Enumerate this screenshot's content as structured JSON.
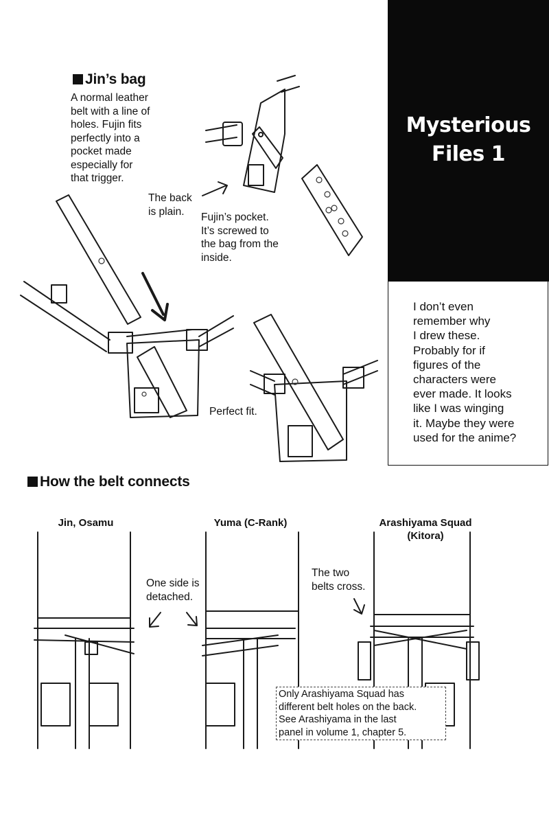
{
  "title_panel": {
    "title": "Mysterious\nFiles 1"
  },
  "side_note": "I don’t even\nremember why\nI drew these.\nProbably for if\nfigures of the\ncharacters were\never made. It looks\nlike I was winging\nit. Maybe they were\nused for the anime?",
  "jins_bag": {
    "heading": "Jin’s bag",
    "description": "A normal leather\nbelt with a line of\nholes. Fujin fits\nperfectly into a\npocket made\nespecially for\nthat trigger.",
    "back_note": "The back\nis plain.",
    "pocket_note": "Fujin’s pocket.\nIt’s screwed to\nthe bag from the\ninside.",
    "fit_note": "Perfect fit."
  },
  "belt_section": {
    "heading": "How the belt connects",
    "figures": [
      {
        "name": "Jin, Osamu"
      },
      {
        "name": "Yuma (C-Rank)"
      },
      {
        "name": "Arashiyama Squad\n(Kitora)"
      }
    ],
    "detached_note": "One side is\ndetached.",
    "cross_note": "The two\nbelts cross.",
    "holes_note": "Only Arashiyama Squad has\ndifferent belt holes on the back.\nSee Arashiyama in the last\npanel in volume 1, chapter 5."
  }
}
